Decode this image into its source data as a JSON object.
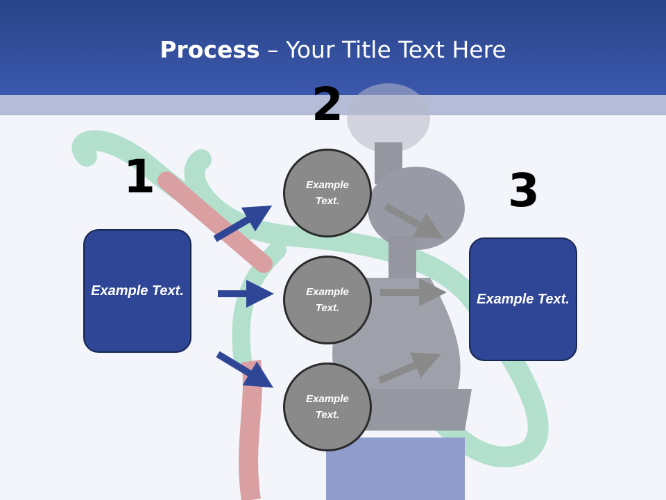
{
  "header": {
    "title_bold": "Process",
    "title_rest": " – Your Title Text Here"
  },
  "numbers": [
    "1",
    "2",
    "3"
  ],
  "left_box": {
    "text": "Example Text."
  },
  "right_box": {
    "text": "Example Text."
  },
  "circles": [
    {
      "text": "Example Text."
    },
    {
      "text": "Example Text."
    },
    {
      "text": "Example Text."
    }
  ],
  "colors": {
    "header": "#3b58ad",
    "box": "#2f4696",
    "circle": "#8a8a8a",
    "blue_arrow": "#2f4696",
    "gray_arrow": "#8a8a8a"
  }
}
